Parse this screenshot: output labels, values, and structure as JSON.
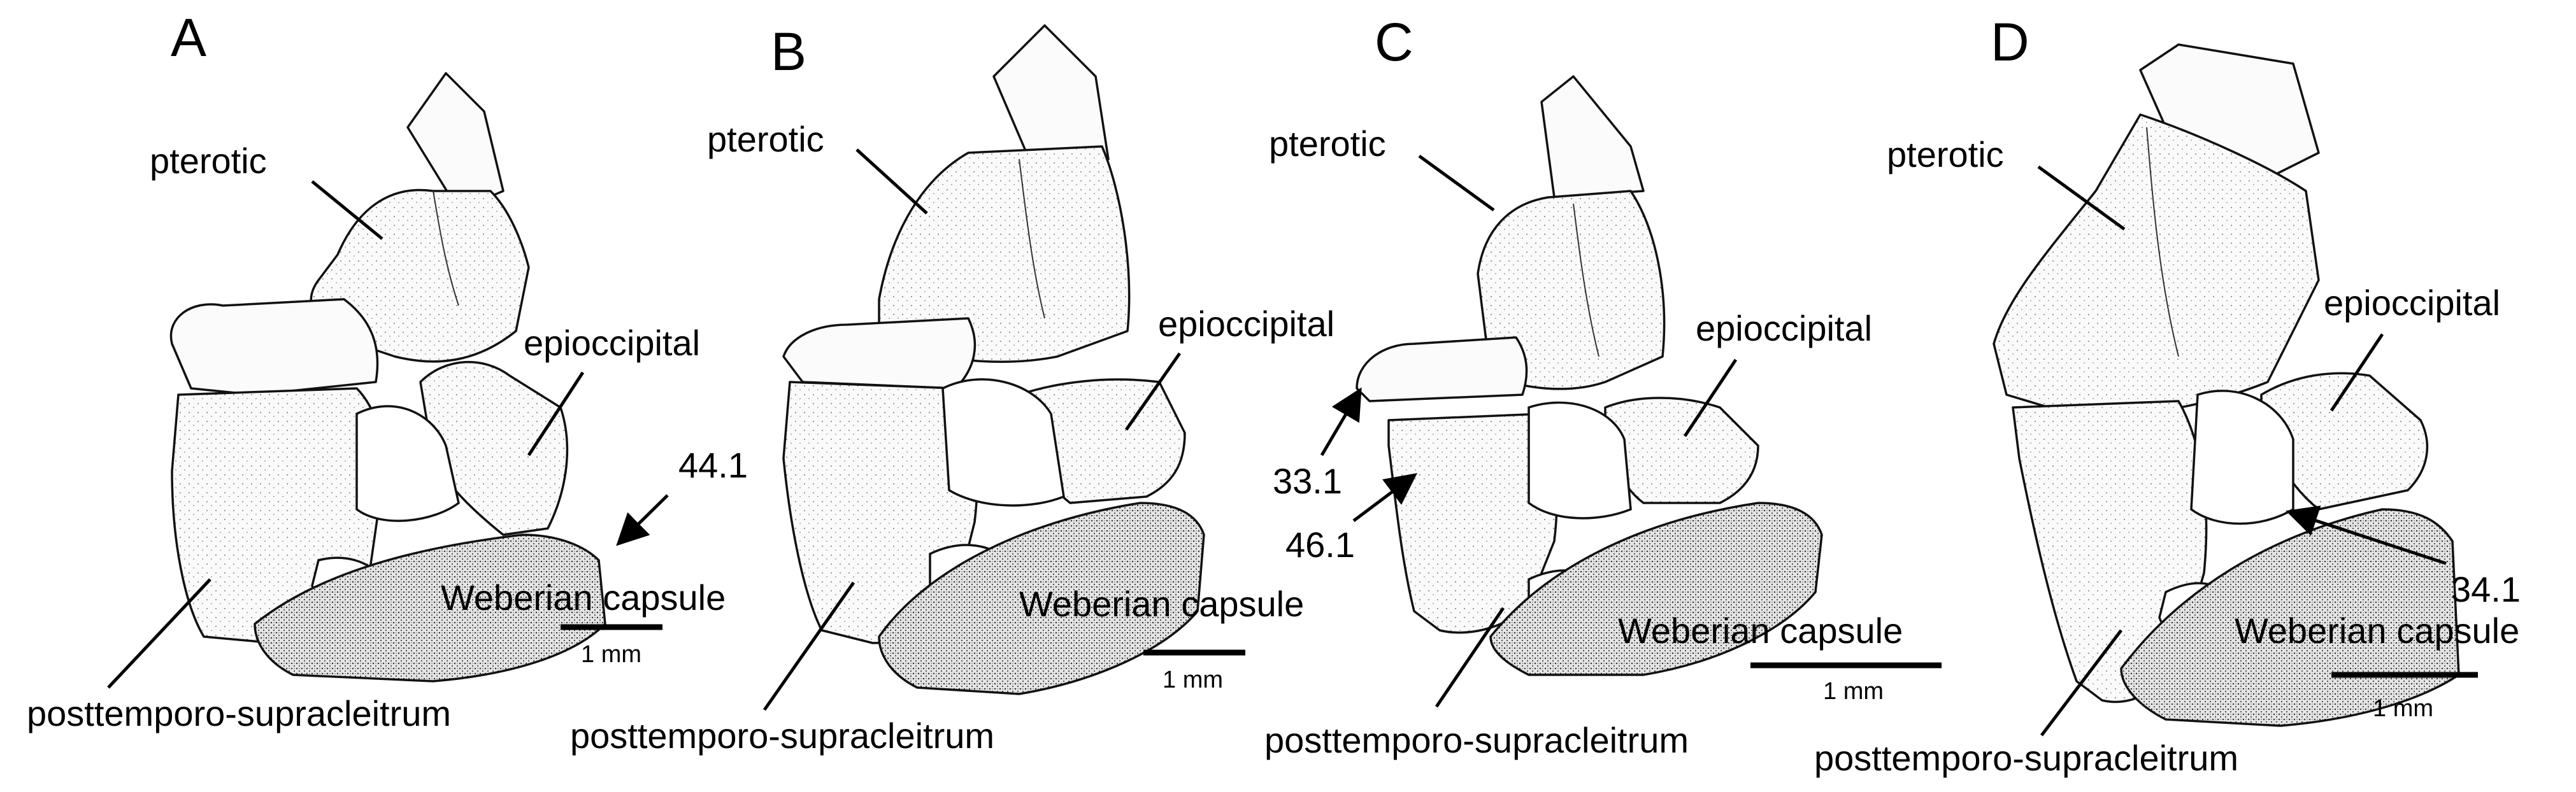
{
  "panels": [
    {
      "letter": "A",
      "labels": {
        "pterotic": "pterotic",
        "epioccipital": "epioccipital",
        "weberian": "Weberian capsule",
        "posttemporo": "posttemporo-supracleitrum"
      },
      "numbers": [
        "44.1"
      ],
      "scale": "1 mm"
    },
    {
      "letter": "B",
      "labels": {
        "pterotic": "pterotic",
        "epioccipital": "epioccipital",
        "weberian": "Weberian capsule",
        "posttemporo": "posttemporo-supracleitrum"
      },
      "numbers": [],
      "scale": "1 mm"
    },
    {
      "letter": "C",
      "labels": {
        "pterotic": "pterotic",
        "epioccipital": "epioccipital",
        "weberian": "Weberian capsule",
        "posttemporo": "posttemporo-supracleitrum"
      },
      "numbers": [
        "33.1",
        "46.1"
      ],
      "scale": "1 mm"
    },
    {
      "letter": "D",
      "labels": {
        "pterotic": "pterotic",
        "epioccipital": "epioccipital",
        "weberian": "Weberian capsule",
        "posttemporo": "posttemporo-supracleitrum"
      },
      "numbers": [
        "34.1"
      ],
      "scale": "1 mm"
    }
  ]
}
